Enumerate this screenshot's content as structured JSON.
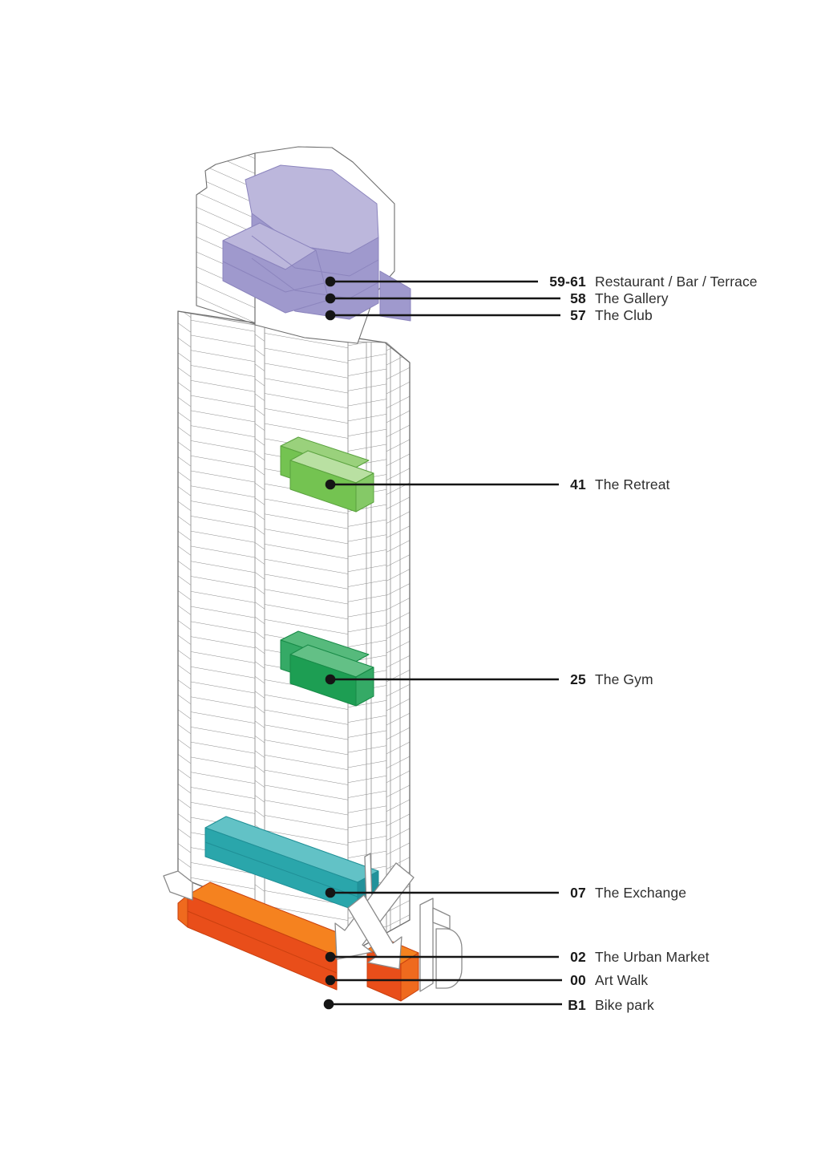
{
  "diagram": {
    "kind": "building-stacking-diagram",
    "description": "Axonometric line drawing of a high-rise tower with highlighted amenity levels and floor callouts"
  },
  "colors": {
    "background": "#ffffff",
    "outline": "#6e6e6e",
    "edge": "#9b9b9b",
    "floor_line": "#8c8c8c",
    "callout": "#151515",
    "purple_top": "#bcb7dc",
    "purple_front": "#9f99cd",
    "purple_edge": "#8b84bd",
    "green41_light": "#b9e0a2",
    "green41_top": "#9ad17c",
    "green41_front": "#74c351",
    "green41_side": "#85c967",
    "green25_back": "#56ba7c",
    "green25_top": "#63c086",
    "green25_front": "#1d9e53",
    "green25_side": "#35aa66",
    "teal_top": "#62c2c6",
    "teal_front": "#2aa6ab",
    "teal_side": "#22929b",
    "orange_top": "#f5821f",
    "orange_front": "#e94e1a",
    "orange_side": "#ef6a1e",
    "white_fill": "#ffffff"
  },
  "callouts": [
    {
      "num": "59-61",
      "name": "Restaurant / Bar / Terrace",
      "color": "#9f99cd"
    },
    {
      "num": "58",
      "name": "The Gallery",
      "color": "#9f99cd"
    },
    {
      "num": "57",
      "name": "The Club",
      "color": "#9f99cd"
    },
    {
      "num": "41",
      "name": "The Retreat",
      "color": "#74c351"
    },
    {
      "num": "25",
      "name": "The Gym",
      "color": "#1d9e53"
    },
    {
      "num": "07",
      "name": "The Exchange",
      "color": "#2aa6ab"
    },
    {
      "num": "02",
      "name": "The Urban Market",
      "color": "#e94e1a"
    },
    {
      "num": "00",
      "name": "Art Walk",
      "color": "#f5821f"
    },
    {
      "num": "B1",
      "name": "Bike park",
      "color": "#ffffff"
    }
  ]
}
